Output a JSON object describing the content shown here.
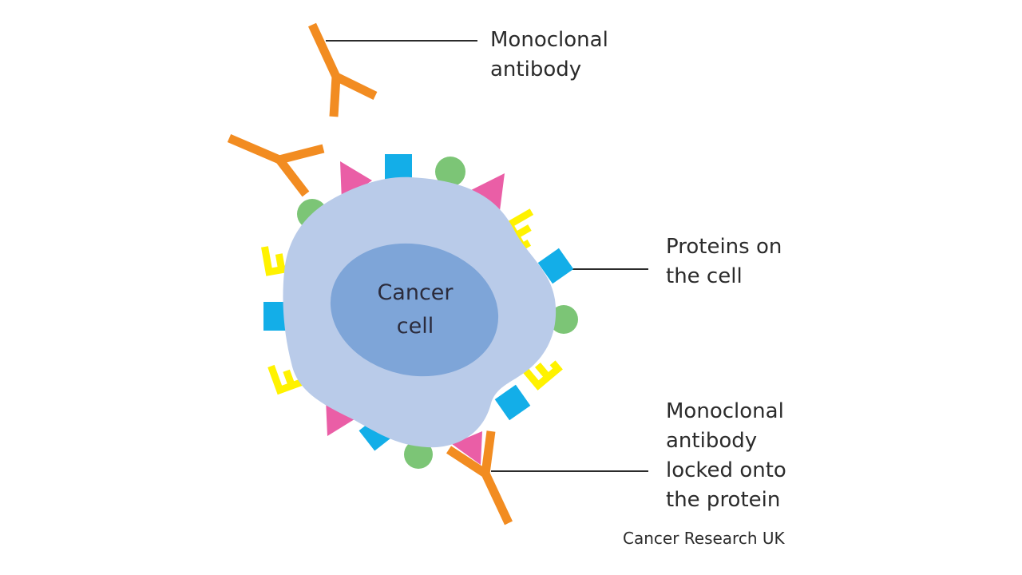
{
  "diagram": {
    "center_label": [
      "Cancer",
      "cell"
    ],
    "labels": {
      "monoclonal_antibody": [
        "Monoclonal",
        "antibody"
      ],
      "proteins_on_cell": [
        "Proteins on",
        "the cell"
      ],
      "antibody_locked": [
        "Monoclonal",
        "antibody",
        "locked onto",
        "the protein"
      ]
    },
    "credit": "Cancer Research UK"
  },
  "colors": {
    "cell_body": "#b9cbe9",
    "nucleus": "#7ea5d8",
    "antibody": "#f28c21",
    "protein_blue": "#13aee8",
    "protein_green": "#7cc576",
    "protein_pink": "#ea5ea6",
    "protein_yellow": "#fff200",
    "leader_line": "#2b2b2b"
  },
  "icons": [
    "antibody-icon",
    "protein-square-icon",
    "protein-dome-icon",
    "protein-triangle-icon",
    "receptor-icon"
  ]
}
